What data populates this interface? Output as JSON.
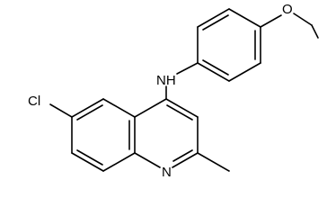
{
  "molecule": {
    "atoms": {
      "chlorine": "Cl",
      "amine": "NH",
      "ring_nitrogen": "N",
      "ether_oxygen": "O"
    }
  }
}
